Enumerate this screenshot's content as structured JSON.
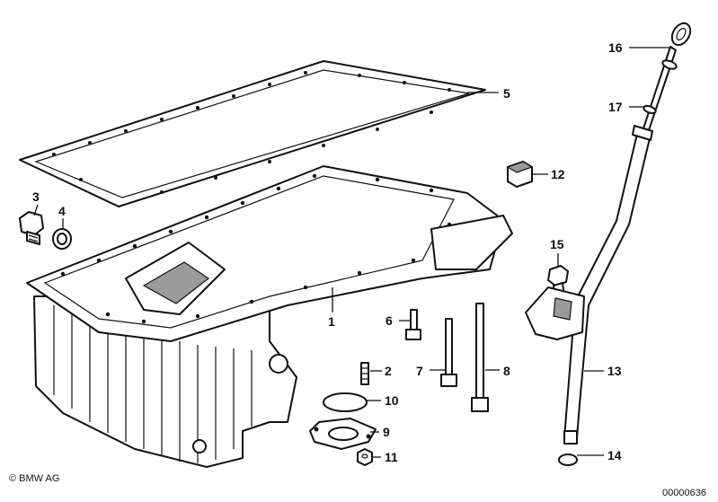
{
  "callouts": {
    "c1": "1",
    "c2": "2",
    "c3": "3",
    "c4": "4",
    "c5": "5",
    "c6": "6",
    "c7": "7",
    "c8": "8",
    "c9": "9",
    "c10": "10",
    "c11": "11",
    "c12": "12",
    "c13": "13",
    "c14": "14",
    "c15": "15",
    "c16": "16",
    "c17": "17"
  },
  "footer": {
    "copyright": "© BMW AG",
    "diagram_number": "00000636"
  }
}
